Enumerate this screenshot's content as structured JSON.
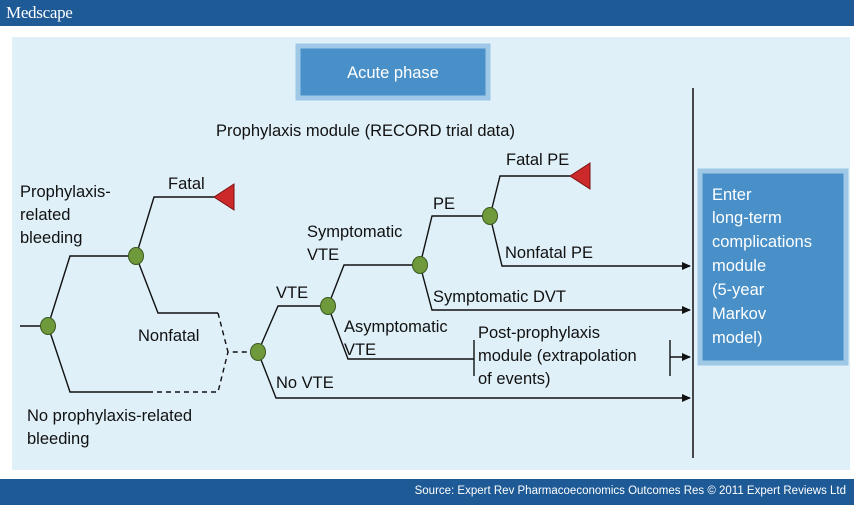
{
  "header": {
    "logo": "Medscape"
  },
  "footer": {
    "source": "Source: Expert Rev Pharmacoeconomics Outcomes Res © 2011 Expert Reviews Ltd"
  },
  "diagram": {
    "acute_phase": "Acute phase",
    "module_title": "Prophylaxis module (RECORD trial data)",
    "prophylaxis_bleeding": [
      "Prophylaxis-",
      "related",
      "bleeding"
    ],
    "fatal": "Fatal",
    "nonfatal": "Nonfatal",
    "no_bleeding": [
      "No prophylaxis-related",
      "bleeding"
    ],
    "vte": "VTE",
    "no_vte": "No VTE",
    "symptomatic_vte": [
      "Symptomatic",
      "VTE"
    ],
    "asymptomatic_vte": [
      "Asymptomatic",
      "VTE"
    ],
    "pe": "PE",
    "fatal_pe": "Fatal PE",
    "nonfatal_pe": "Nonfatal PE",
    "symptomatic_dvt": "Symptomatic DVT",
    "post_prophylaxis": [
      "Post-prophylaxis",
      "module (extrapolation",
      "of events)"
    ],
    "enter_module": [
      "Enter",
      "long-term",
      "complications",
      "module",
      "(5-year",
      "Markov",
      "model)"
    ]
  },
  "colors": {
    "banner": "#1e5a96",
    "panel": "#dff0f8",
    "box_fill": "#4a90c8",
    "box_border": "#9ec8e6",
    "chance_node": "#6f9a3c",
    "terminal_node": "#cc2a2a"
  }
}
